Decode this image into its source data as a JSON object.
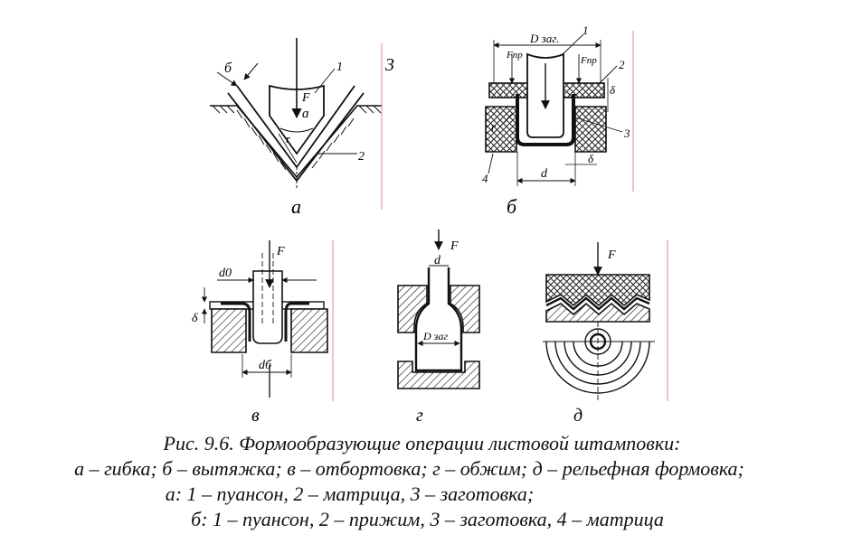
{
  "figure": {
    "panel_a": {
      "label": "а",
      "width_label": "б",
      "numbers": [
        "1",
        "2",
        "3"
      ],
      "force": "F",
      "angle": "ɑ",
      "radius": "r"
    },
    "panel_b": {
      "label": "б",
      "blank_diameter": "D заг.",
      "press_force_left": "Fпр",
      "press_force_right": "Fпр",
      "numbers": [
        "1",
        "2",
        "3",
        "4"
      ],
      "radius": "r",
      "thickness": "δ",
      "gap": "δ",
      "die_diameter": "d"
    },
    "panel_c": {
      "label": "в",
      "force": "F",
      "hole_diameter": "d0",
      "thickness": "δ",
      "flange_diameter": "dб"
    },
    "panel_d": {
      "label": "г",
      "force": "F",
      "neck_diameter": "d",
      "blank_diameter": "D заг"
    },
    "panel_e": {
      "label": "д",
      "force": "F"
    }
  },
  "caption": {
    "line1": "Рис. 9.6. Формообразующие операции листовой штамповки:",
    "line2": "а – гибка;  б – вытяжка;  в – отбортовка;  г – обжим;  д – рельефная формовка;",
    "line3": "а: 1 – пуансон, 2 – матрица, 3 – заготовка;",
    "line4": "б: 1 – пуансон, 2 – прижим, 3 – заготовка, 4 – матрица"
  }
}
